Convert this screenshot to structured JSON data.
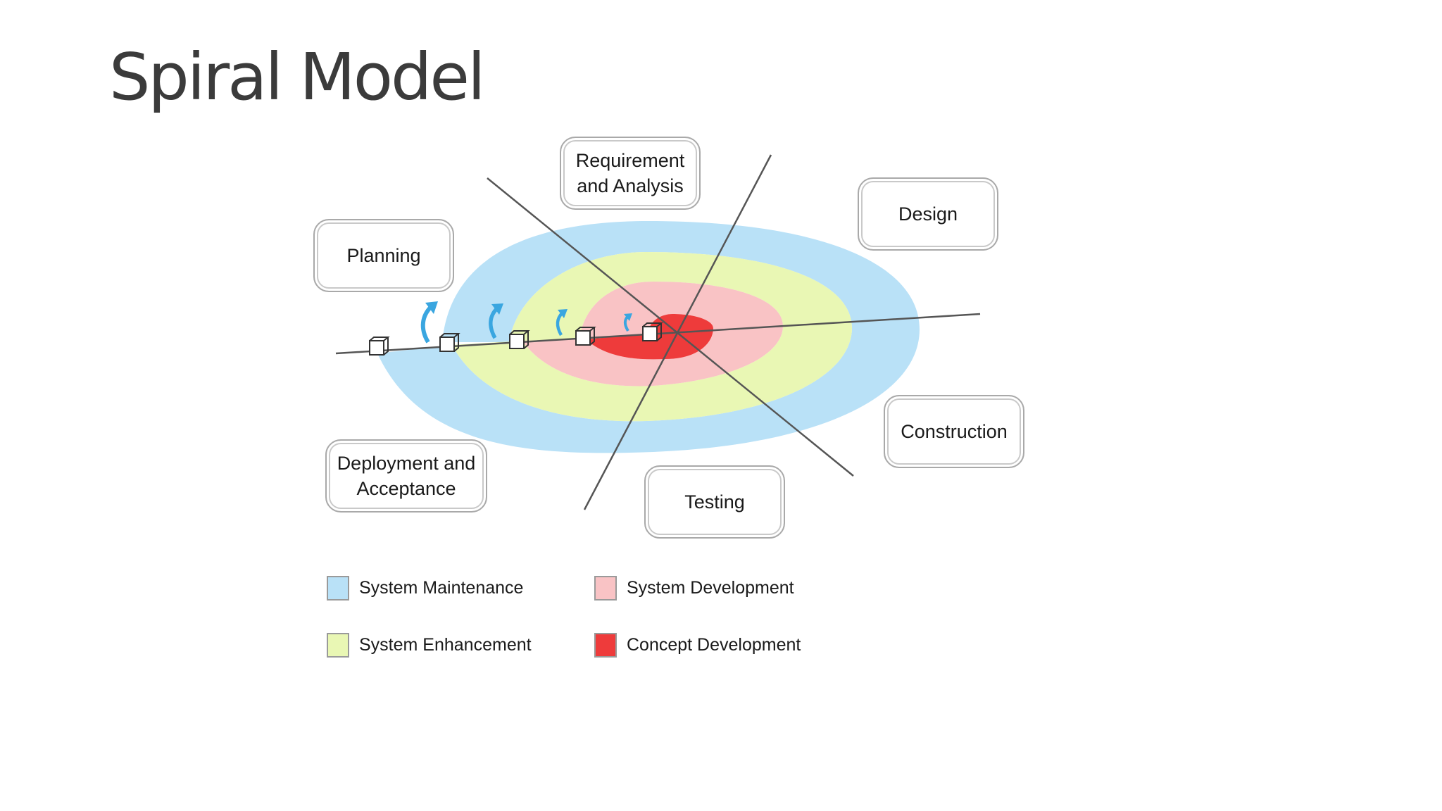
{
  "title": "Spiral Model",
  "phases": {
    "requirement": "Requirement\nand Analysis",
    "design": "Design",
    "planning": "Planning",
    "construction": "Construction",
    "deployment": "Deployment and\nAcceptance",
    "testing": "Testing"
  },
  "legend": {
    "maintenance": "System Maintenance",
    "development": "System Development",
    "enhancement": "System Enhancement",
    "concept": "Concept Development"
  },
  "colors": {
    "maintenance": "#b9e1f7",
    "enhancement": "#e9f7b4",
    "development": "#f9c3c5",
    "concept": "#ee3b3b",
    "arrow": "#3aa6e0",
    "axis": "#555555"
  }
}
